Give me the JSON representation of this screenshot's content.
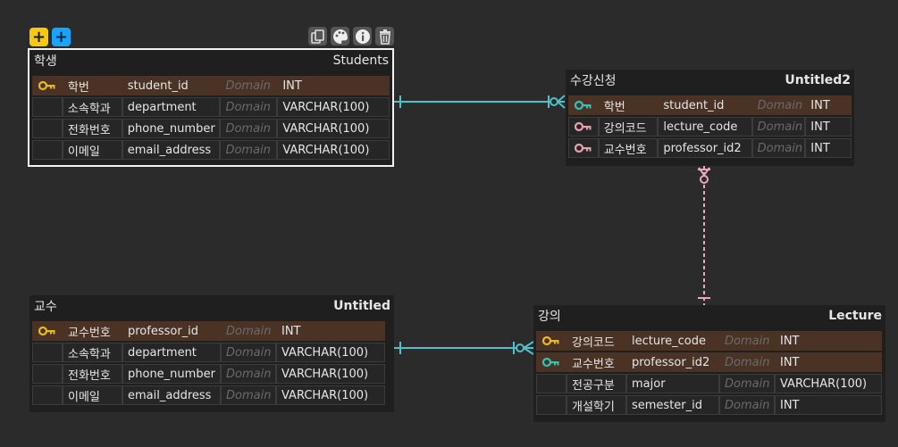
{
  "toolbar": {
    "add_table_yellow_label": "+",
    "add_table_blue_label": "+",
    "icons": [
      "copy-icon",
      "palette-icon",
      "info-icon",
      "trash-icon"
    ]
  },
  "domain_placeholder": "Domain",
  "tables": [
    {
      "id": "students",
      "logical_name": "학생",
      "physical_name": "Students",
      "rows": [
        {
          "key": "pk",
          "logical": "학번",
          "physical": "student_id",
          "domain": "Domain",
          "type": "INT"
        },
        {
          "key": "none",
          "logical": "소속학과",
          "physical": "department",
          "domain": "Domain",
          "type": "VARCHAR(100)"
        },
        {
          "key": "none",
          "logical": "전화번호",
          "physical": "phone_number",
          "domain": "Domain",
          "type": "VARCHAR(100)"
        },
        {
          "key": "none",
          "logical": "이메일",
          "physical": "email_address",
          "domain": "Domain",
          "type": "VARCHAR(100)"
        }
      ]
    },
    {
      "id": "enrollment",
      "logical_name": "수강신청",
      "physical_name": "Untitled2",
      "rows": [
        {
          "key": "pfk",
          "logical": "학번",
          "physical": "student_id",
          "domain": "Domain",
          "type": "INT"
        },
        {
          "key": "fk",
          "logical": "강의코드",
          "physical": "lecture_code",
          "domain": "Domain",
          "type": "INT"
        },
        {
          "key": "fk",
          "logical": "교수번호",
          "physical": "professor_id2",
          "domain": "Domain",
          "type": "INT"
        }
      ]
    },
    {
      "id": "professor",
      "logical_name": "교수",
      "physical_name": "Untitled",
      "rows": [
        {
          "key": "pk",
          "logical": "교수번호",
          "physical": "professor_id",
          "domain": "Domain",
          "type": "INT"
        },
        {
          "key": "none",
          "logical": "소속학과",
          "physical": "department",
          "domain": "Domain",
          "type": "VARCHAR(100)"
        },
        {
          "key": "none",
          "logical": "전화번호",
          "physical": "phone_number",
          "domain": "Domain",
          "type": "VARCHAR(100)"
        },
        {
          "key": "none",
          "logical": "이메일",
          "physical": "email_address",
          "domain": "Domain",
          "type": "VARCHAR(100)"
        }
      ]
    },
    {
      "id": "lecture",
      "logical_name": "강의",
      "physical_name": "Lecture",
      "rows": [
        {
          "key": "pk",
          "logical": "강의코드",
          "physical": "lecture_code",
          "domain": "Domain",
          "type": "INT"
        },
        {
          "key": "pfk",
          "logical": "교수번호",
          "physical": "professor_id2",
          "domain": "Domain",
          "type": "INT"
        },
        {
          "key": "none",
          "logical": "전공구분",
          "physical": "major",
          "domain": "Domain",
          "type": "VARCHAR(100)"
        },
        {
          "key": "none",
          "logical": "개설학기",
          "physical": "semester_id",
          "domain": "Domain",
          "type": "INT"
        }
      ]
    }
  ],
  "colors": {
    "pk_key": "#e8b923",
    "pfk_key": "#2ec4b6",
    "fk_key": "#e8a0b0",
    "relation_teal": "#4fc1c9",
    "relation_pink": "#e8a9b8",
    "pk_row_bg": "#4a3324"
  }
}
